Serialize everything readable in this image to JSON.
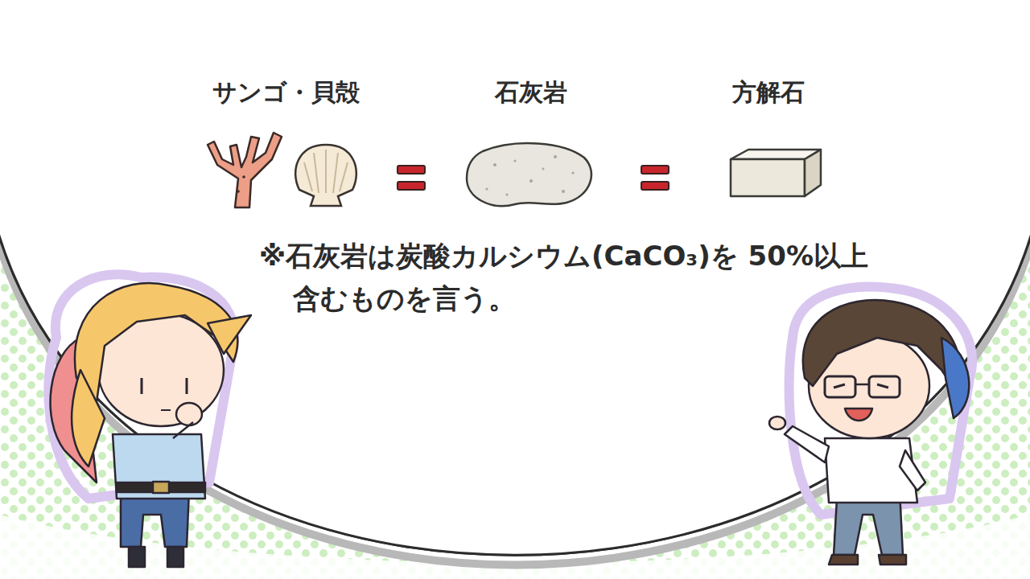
{
  "diagram": {
    "labels": [
      "サンゴ・貝殻",
      "石灰岩",
      "方解石",
      "※石灰岩は炭酸カルシウム(CaCO₃)を 50%以上含むものを言う。"
    ]
  }
}
